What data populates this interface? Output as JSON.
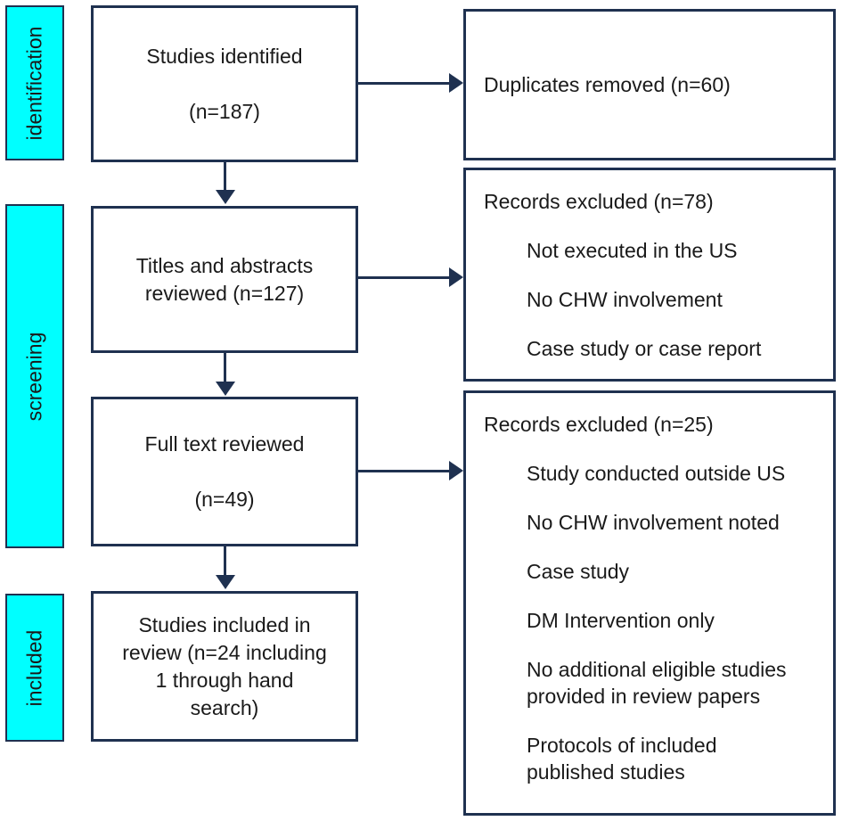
{
  "figure": {
    "kind": "prisma-flow-diagram"
  },
  "colors": {
    "stage_fill": "#00FFFF",
    "line": "#1F3150",
    "text": "#1A1A1A",
    "box_fill": "#FFFFFF"
  },
  "stages": [
    {
      "label": "identification"
    },
    {
      "label": "screening"
    },
    {
      "label": "included"
    }
  ],
  "main_boxes": [
    {
      "text": "Studies identified\n\n(n=187)"
    },
    {
      "text": "Titles and abstracts\nreviewed (n=127)"
    },
    {
      "text": "Full text reviewed\n\n(n=49)"
    },
    {
      "text": "Studies included in\nreview (n=24 including\n1 through hand\nsearch)"
    }
  ],
  "side_boxes": [
    {
      "title": "Duplicates removed (n=60)",
      "items": []
    },
    {
      "title": "Records excluded (n=78)",
      "items": [
        "Not executed in the US",
        "No CHW involvement",
        "Case study or case report"
      ]
    },
    {
      "title": "Records excluded (n=25)",
      "items": [
        "Study conducted outside US",
        "No CHW involvement noted",
        "Case study",
        "DM Intervention only",
        "No additional eligible studies\nprovided in review papers",
        "Protocols of included\npublished studies"
      ]
    }
  ]
}
